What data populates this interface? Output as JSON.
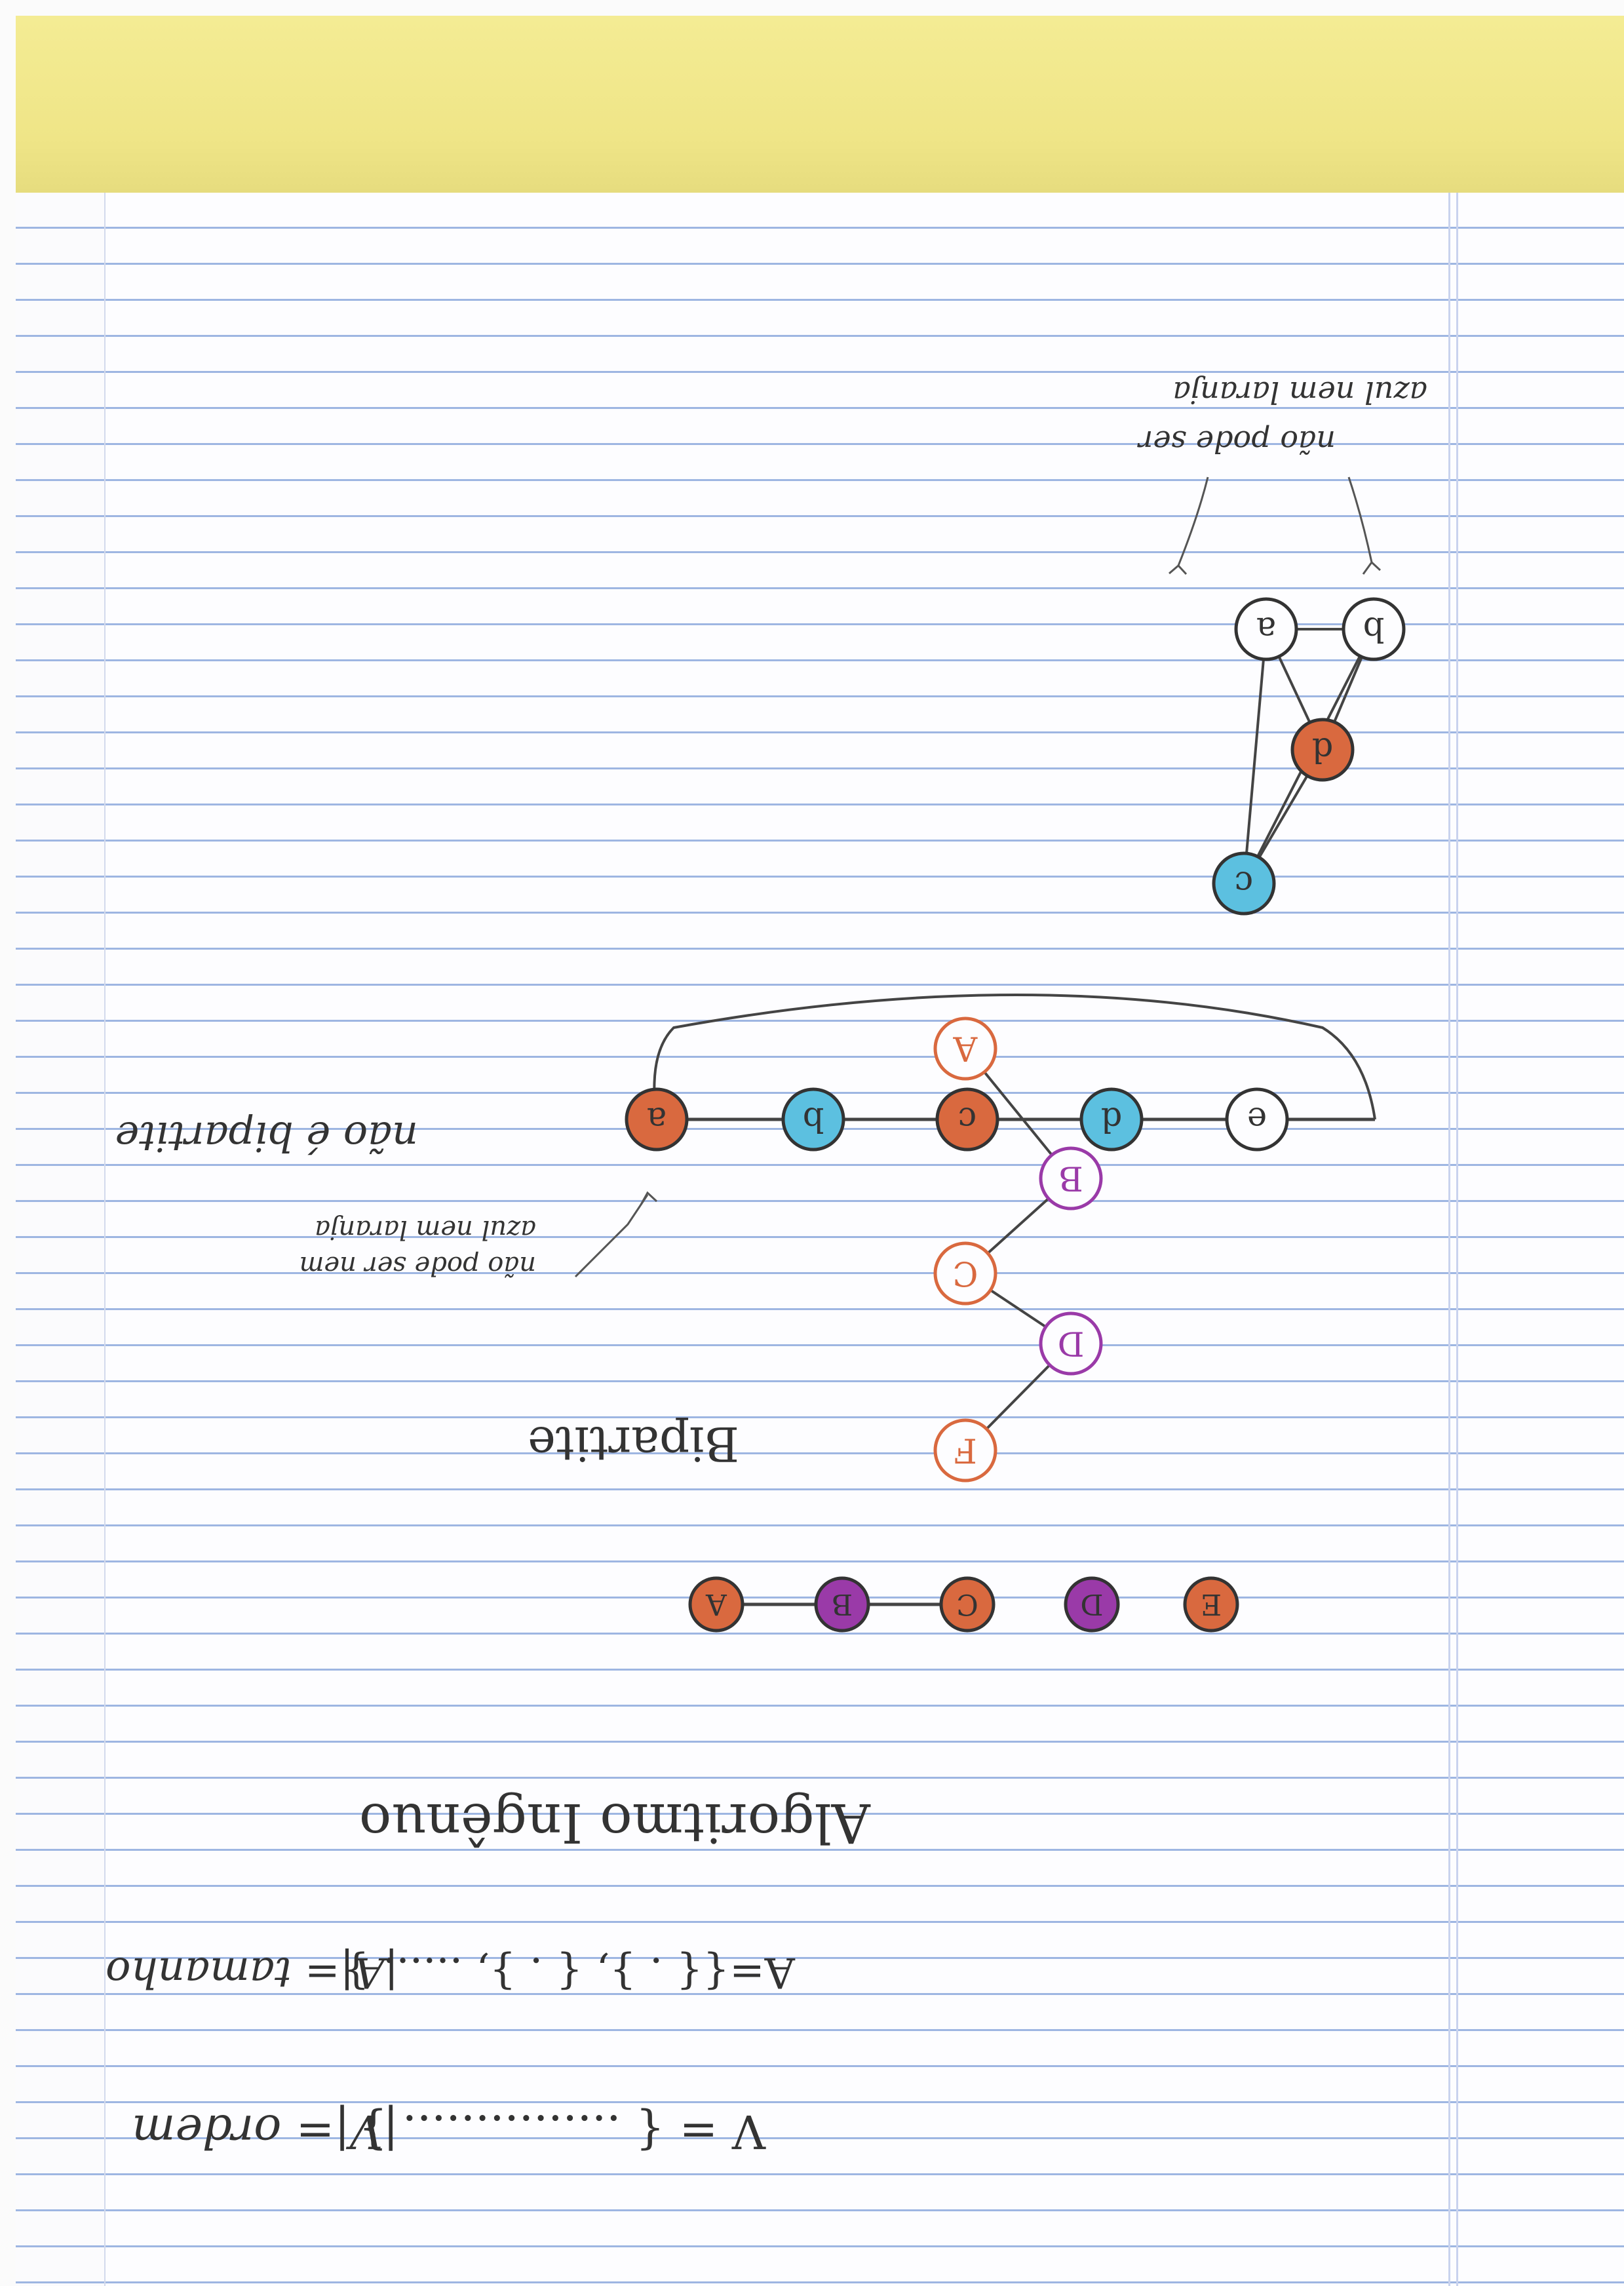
{
  "notes": {
    "triangle_annotation": [
      "não pode ser",
      "azul nem laranja"
    ],
    "cycle_annotation": [
      "não pode ser nem",
      "azul nem laranja"
    ],
    "not_bipartite": "não é bipartite",
    "bipartite": "Bipartite",
    "algorithm_title": "Algoritmo Ingênuo",
    "edges_set": "A={{ . }, { . }, ...... }",
    "edges_size": "|A|= tamanho",
    "vertices_set": "V = { ............... }",
    "vertices_order": "|V|= ordem"
  },
  "colors": {
    "orange": "#d9693f",
    "blue": "#5cc0e0",
    "purple": "#9a3aa8",
    "ink": "#333333",
    "pencil": "#555555"
  },
  "graphs": {
    "triangle": {
      "nodes": [
        {
          "label": "a",
          "fill": "none"
        },
        {
          "label": "b",
          "fill": "none"
        },
        {
          "label": "d",
          "fill": "orange"
        },
        {
          "label": "c",
          "fill": "blue"
        }
      ]
    },
    "cycle": {
      "nodes": [
        {
          "label": "a",
          "fill": "orange"
        },
        {
          "label": "b",
          "fill": "blue"
        },
        {
          "label": "c",
          "fill": "orange"
        },
        {
          "label": "d",
          "fill": "blue"
        },
        {
          "label": "e",
          "fill": "none"
        }
      ]
    },
    "bipartite": {
      "nodes": [
        {
          "label": "F",
          "stroke": "orange"
        },
        {
          "label": "C",
          "stroke": "orange"
        },
        {
          "label": "A",
          "stroke": "orange"
        },
        {
          "label": "D",
          "stroke": "purple"
        },
        {
          "label": "B",
          "stroke": "purple"
        }
      ]
    },
    "path": {
      "nodes": [
        {
          "label": "A",
          "fill": "orange"
        },
        {
          "label": "B",
          "fill": "purple"
        },
        {
          "label": "C",
          "fill": "orange"
        },
        {
          "label": "D",
          "fill": "purple"
        },
        {
          "label": "E",
          "fill": "orange"
        }
      ]
    }
  }
}
